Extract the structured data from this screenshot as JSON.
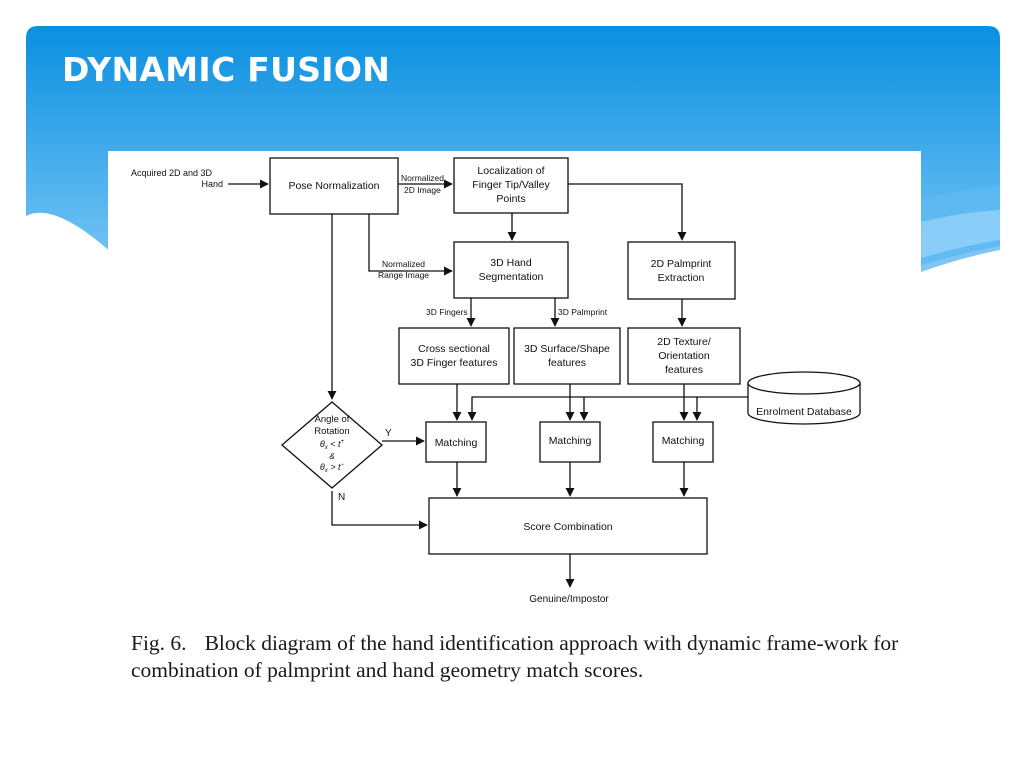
{
  "slide": {
    "title": "DYNAMIC FUSION",
    "colors": {
      "header_top": "#0a8fe0",
      "header_bottom": "#7cc8f6",
      "text": "#ffffff"
    }
  },
  "diagram": {
    "input_label_line1": "Acquired 2D and 3D",
    "input_label_line2": "Hand",
    "nodes": {
      "pose": "Pose Normalization",
      "localization": [
        "Localization of",
        "Finger Tip/Valley",
        "Points"
      ],
      "segmentation": [
        "3D Hand",
        "Segmentation"
      ],
      "palmprint_extraction": [
        "2D Palmprint",
        "Extraction"
      ],
      "cross_sectional": [
        "Cross sectional",
        "3D Finger features"
      ],
      "surface_shape": [
        "3D Surface/Shape",
        "features"
      ],
      "texture": [
        "2D Texture/",
        "Orientation",
        "features"
      ],
      "database": "Enrolment Database",
      "decision": [
        "Angle of",
        "Rotation"
      ],
      "matching": [
        "Matching",
        "Matching",
        "Matching"
      ],
      "score": "Score Combination",
      "output": "Genuine/Impostor"
    },
    "edge_labels": {
      "normalized_2d": [
        "Normalized",
        "2D Image"
      ],
      "normalized_range": [
        "Normalized",
        "Range Image"
      ],
      "fingers_3d": "3D Fingers",
      "palmprint_3d": "3D Palmprint",
      "yes": "Y",
      "no": "N"
    },
    "condition": {
      "line1": "θ",
      "line1_sub": "x",
      "line1_rest": " < t",
      "line1_sup": "+",
      "line2": "&",
      "line3": "θ",
      "line3_sub": "x",
      "line3_rest": " > t",
      "line3_sup": "−"
    }
  },
  "caption": {
    "label": "Fig. 6.",
    "text": "Block diagram of the hand identification approach with dynamic frame-work for combination of palmprint and hand geometry match scores."
  }
}
